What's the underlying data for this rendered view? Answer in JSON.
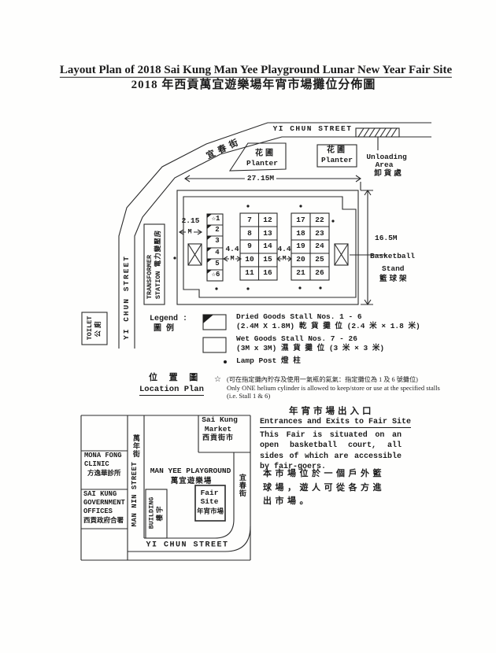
{
  "title": {
    "en": "Layout Plan of 2018 Sai Kung Man Yee Playground Lunar New Year Fair Site",
    "zh": "2018 年西貢萬宜遊樂場年宵市場攤位分佈圖"
  },
  "map": {
    "street_top": "YI CHUN STREET",
    "street_diagonal_zh": "宜春街",
    "street_left_vertical": "YI CHUN STREET",
    "unloading_area": {
      "en1": "Unloading",
      "en2": "Area",
      "zh": "卸貨處"
    },
    "planter_left": {
      "zh": "花圃",
      "en": "Planter"
    },
    "planter_right": {
      "zh": "花圃",
      "en": "Planter"
    },
    "transformer_station": {
      "en1": "TRANSFORMER",
      "en2": "STATION",
      "zh": "電力變壓房"
    },
    "toilet": {
      "en": "TOILET",
      "zh": "公廁"
    },
    "basketball_stand": {
      "en1": "Basketball",
      "en2": "Stand",
      "zh": "籃球架"
    },
    "dimensions": {
      "width": "27.15M",
      "height": "16.5M",
      "offset_left": "2.15",
      "offset_left_unit": "M",
      "aisle1": "4.4",
      "aisle1_unit": "M",
      "aisle2": "4.4",
      "aisle2_unit": "M"
    },
    "stalls": {
      "dried": [
        "☆1",
        "2",
        "3",
        "4",
        "5",
        "☆6"
      ],
      "mid_left": [
        "7",
        "8",
        "9",
        "10",
        "11"
      ],
      "mid_right": [
        "12",
        "13",
        "14",
        "15",
        "16"
      ],
      "right_left": [
        "17",
        "18",
        "19",
        "20",
        "21"
      ],
      "right_right": [
        "22",
        "23",
        "24",
        "25",
        "26"
      ]
    }
  },
  "legend": {
    "label_en": "Legend :",
    "label_zh": "圖 例",
    "dried_line1": "Dried Goods Stall Nos. 1 - 6",
    "dried_line2": "(2.4M X 1.8M) 乾 貨 攤 位 (2.4 米 × 1.8 米)",
    "wet_line1": "Wet Goods Stall Nos. 7 - 26",
    "wet_line2": "(3M x 3M)   濕 貨 攤 位 (3 米 × 3 米)",
    "lamp_post": "Lamp Post   燈 柱"
  },
  "helium_note": {
    "star": "☆",
    "zh": "(可在指定攤內貯存及使用一氣瓶的氦氣：指定攤位為 1 及 6 號攤位)",
    "en_line1": "Only ONE helium cylinder is allowed to keep/store or use at the specified stalls",
    "en_line2": "(i.e. Stall 1 & 6)"
  },
  "location_plan": {
    "title_zh": "位 置 圖",
    "title_en": "Location Plan",
    "sai_kung_market": {
      "en1": "Sai Kung",
      "en2": "Market",
      "zh": "西貢街市"
    },
    "mona_fong_clinic": {
      "en1": "MONA FONG",
      "en2": "CLINIC",
      "zh": "方逸華診所"
    },
    "govt_offices": {
      "en1": "SAI KUNG",
      "en2": "GOVERNMENT",
      "en3": "OFFICES",
      "zh": "西貢政府合署"
    },
    "man_nin_street": {
      "en": "MAN NIN STREET",
      "zh": "萬年街"
    },
    "playground": {
      "en": "MAN YEE PLAYGROUND",
      "zh": "萬宜遊樂場"
    },
    "building": {
      "en": "BUILDING",
      "zh": "樓宇"
    },
    "fair_site": {
      "en1": "Fair",
      "en2": "Site",
      "zh": "年宵市場"
    },
    "street_right_zh": "宜春街",
    "street_bottom": "YI CHUN STREET"
  },
  "entrance_info": {
    "title_zh": "年宵市場出入口",
    "title_en": "Entrances and Exits to Fair Site",
    "body_en": "This Fair is situated on an open basketball court, all sides of which are accessible by fair-goers.",
    "body_zh": [
      "本市場位於一個戶外籃",
      "球場，遊人可從各方進",
      "出市場。"
    ]
  }
}
